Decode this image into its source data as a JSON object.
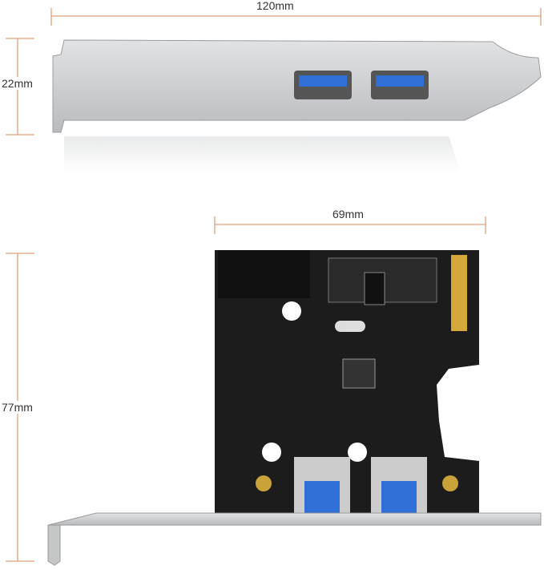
{
  "dimensions": {
    "bracket_width": "120mm",
    "bracket_height": "22mm",
    "board_width": "69mm",
    "board_height": "77mm"
  },
  "colors": {
    "dimension_line": "#e0a27a",
    "bracket": "#c9cacc",
    "pcb": "#1c1c1c",
    "gold_contacts": "#d4a93a",
    "usb_port": "#2f6fd6"
  }
}
